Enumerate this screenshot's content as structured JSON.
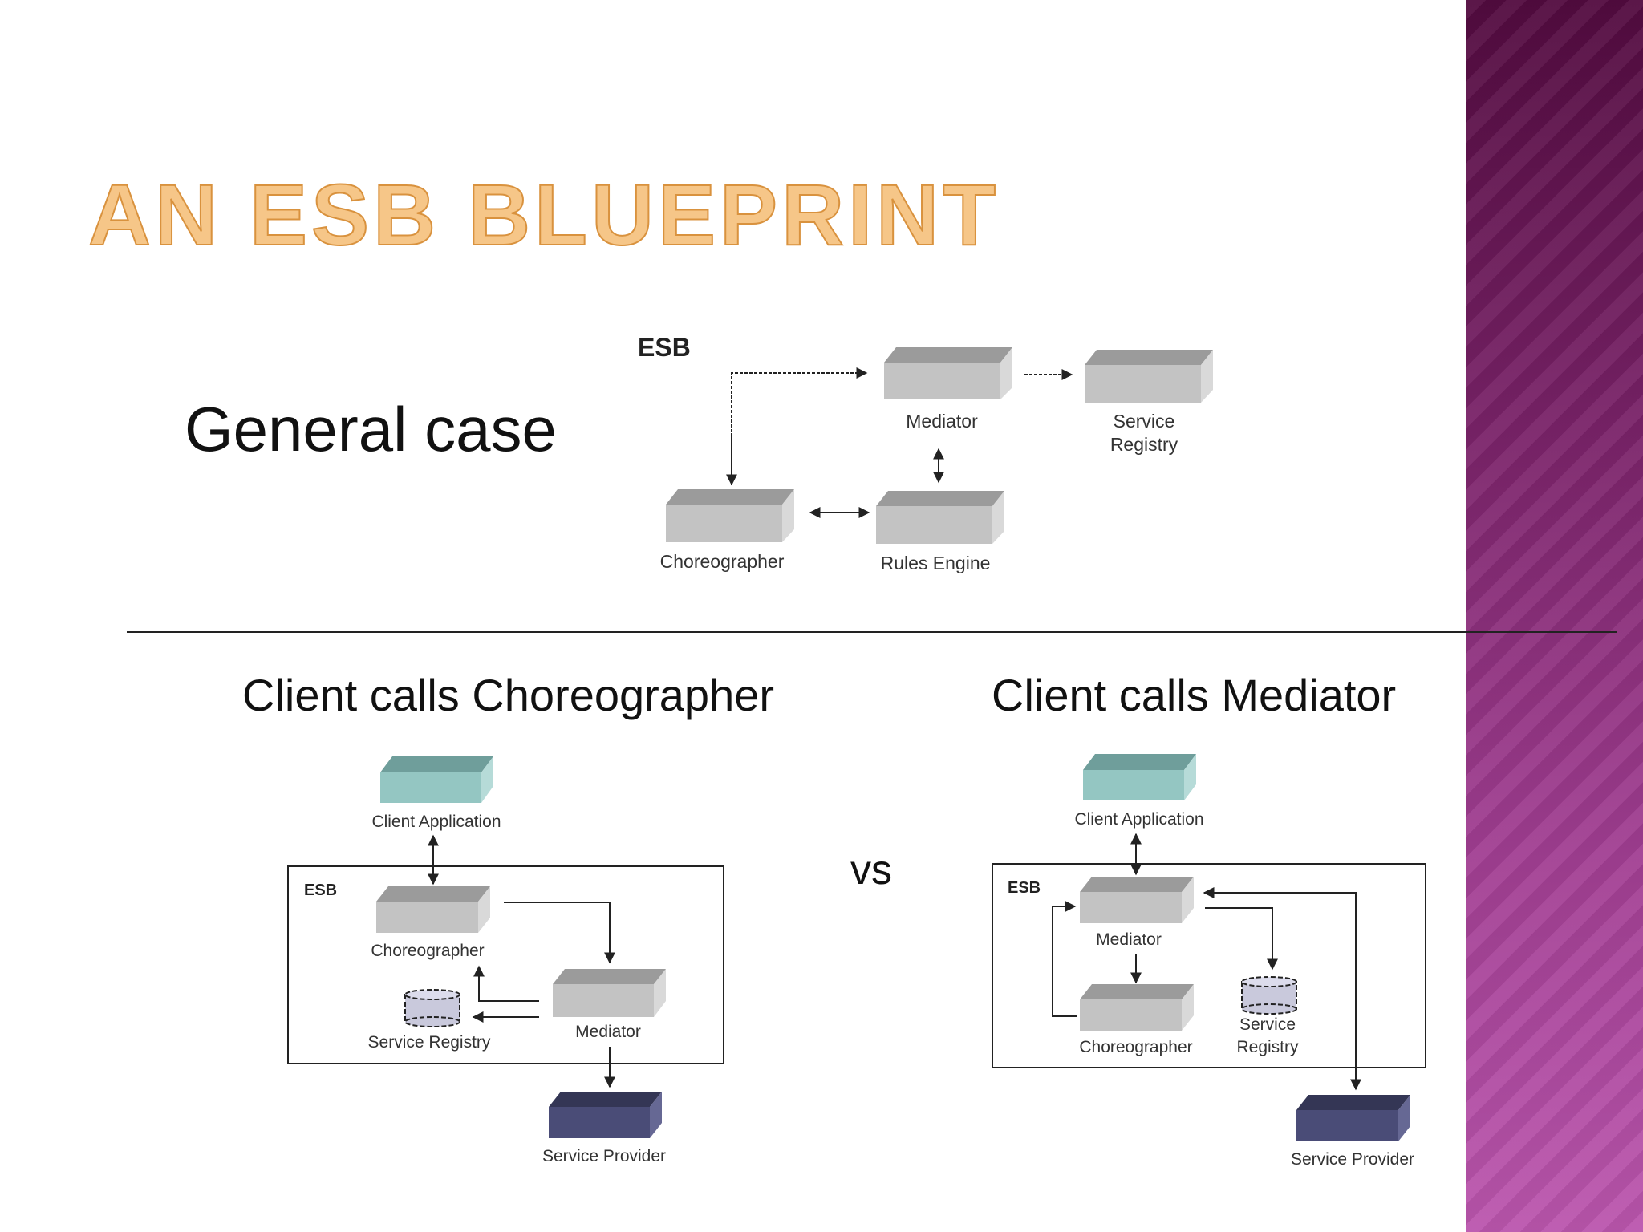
{
  "slide": {
    "title": "AN ESB BLUEPRINT",
    "general_case_label": "General case",
    "left_case_label": "Client calls Choreographer",
    "right_case_label": "Client calls Mediator",
    "vs_label": "vs"
  },
  "general_diagram": {
    "esb_label": "ESB",
    "mediator": "Mediator",
    "service_registry_line1": "Service",
    "service_registry_line2": "Registry",
    "choreographer": "Choreographer",
    "rules_engine": "Rules Engine"
  },
  "left_diagram": {
    "client_application": "Client Application",
    "esb_label": "ESB",
    "choreographer": "Choreographer",
    "service_registry": "Service Registry",
    "mediator": "Mediator",
    "service_provider": "Service Provider"
  },
  "right_diagram": {
    "client_application": "Client Application",
    "esb_label": "ESB",
    "mediator": "Mediator",
    "choreographer": "Choreographer",
    "service_registry_line1": "Service",
    "service_registry_line2": "Registry",
    "service_provider": "Service Provider"
  },
  "colors": {
    "title_fill": "#f6c688",
    "title_stroke": "#d9923e",
    "box_gray": "#c3c3c3",
    "client_teal": "#94c6c2",
    "provider_navy": "#4a4c77",
    "band_top": "#520b3f",
    "band_bottom": "#bb56ae"
  }
}
